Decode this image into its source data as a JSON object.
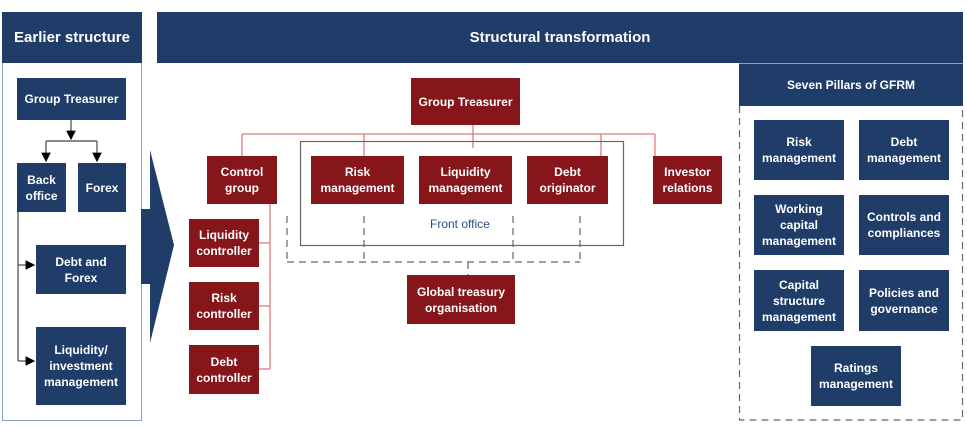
{
  "left_panel": {
    "title": "Earlier structure",
    "group_treasurer": "Group Treasurer",
    "back_office": "Back office",
    "forex": "Forex",
    "debt_and_forex": "Debt and Forex",
    "liquidity_investment": "Liquidity/ investment management"
  },
  "main": {
    "title": "Structural transformation",
    "group_treasurer": "Group Treasurer",
    "control_group": "Control group",
    "risk_management": "Risk management",
    "liquidity_management": "Liquidity management",
    "debt_originator": "Debt originator",
    "investor_relations": "Investor relations",
    "front_office": "Front office",
    "global_treasury": "Global treasury organisation",
    "liquidity_controller": "Liquidity controller",
    "risk_controller": "Risk controller",
    "debt_controller": "Debt controller"
  },
  "pillars": {
    "title": "Seven Pillars of GFRM",
    "items": [
      "Risk management",
      "Debt management",
      "Working capital management",
      "Controls and compliances",
      "Capital structure management",
      "Policies and governance",
      "Ratings management"
    ]
  },
  "colors": {
    "navy": "#203c68",
    "red": "#86161a",
    "connector_red": "#e07a7e"
  }
}
